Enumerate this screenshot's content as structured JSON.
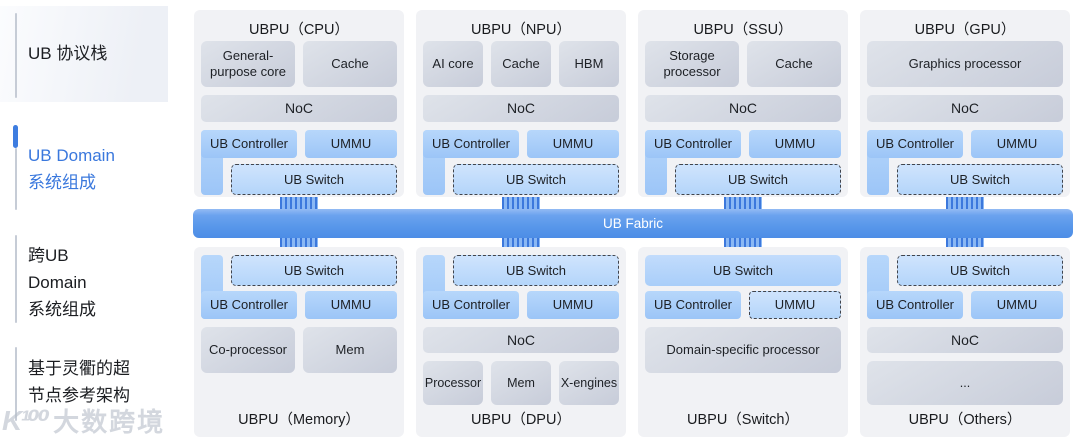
{
  "sidebar": {
    "items": [
      {
        "label": "UB 协议栈"
      },
      {
        "label": "UB Domain\n系统组成"
      },
      {
        "label": "跨UB\nDomain\n系统组成"
      },
      {
        "label": "基于灵衢的超\n节点参考架构"
      }
    ]
  },
  "fabric": {
    "label": "UB Fabric"
  },
  "watermark": {
    "logo": "K¹⁰⁰",
    "text": "大数跨境"
  },
  "colors": {
    "accent_blue": "#3e7de0",
    "fabric_blue": "#5897ea",
    "block_blue": "#a9ccf8",
    "block_gray": "#ccd1dc",
    "panel_bg": "#f1f2f5"
  },
  "panels": {
    "cpu": {
      "title": "UBPU（CPU）",
      "core1": "General-purpose core",
      "core2": "Cache",
      "noc": "NoC",
      "controller": "UB Controller",
      "ummu": "UMMU",
      "switch_label": "UB Switch"
    },
    "npu": {
      "title": "UBPU（NPU）",
      "core1": "AI core",
      "core2": "Cache",
      "core3": "HBM",
      "noc": "NoC",
      "controller": "UB Controller",
      "ummu": "UMMU",
      "switch_label": "UB Switch"
    },
    "ssu": {
      "title": "UBPU（SSU）",
      "core1": "Storage processor",
      "core2": "Cache",
      "noc": "NoC",
      "controller": "UB Controller",
      "ummu": "UMMU",
      "switch_label": "UB Switch"
    },
    "gpu": {
      "title": "UBPU（GPU）",
      "core1": "Graphics processor",
      "noc": "NoC",
      "controller": "UB Controller",
      "ummu": "UMMU",
      "switch_label": "UB Switch"
    },
    "memory": {
      "title": "UBPU（Memory）",
      "switch_label": "UB Switch",
      "controller": "UB Controller",
      "ummu": "UMMU",
      "core1": "Co-processor",
      "core2": "Mem"
    },
    "dpu": {
      "title": "UBPU（DPU）",
      "switch_label": "UB Switch",
      "controller": "UB Controller",
      "ummu": "UMMU",
      "noc": "NoC",
      "core1": "Processor",
      "core2": "Mem",
      "core3": "X-engines"
    },
    "switch": {
      "title": "UBPU（Switch）",
      "switch_label": "UB Switch",
      "controller": "UB Controller",
      "ummu": "UMMU",
      "core1": "Domain-specific processor"
    },
    "others": {
      "title": "UBPU（Others）",
      "switch_label": "UB Switch",
      "controller": "UB Controller",
      "ummu": "UMMU",
      "noc": "NoC",
      "core1": "..."
    }
  }
}
